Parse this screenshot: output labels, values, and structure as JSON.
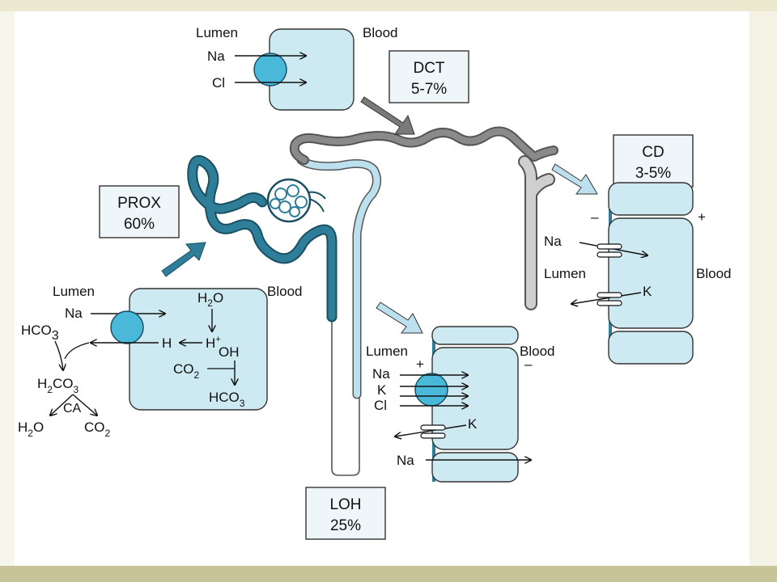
{
  "segments": {
    "dct": {
      "name": "DCT",
      "pct": "5-7%"
    },
    "prox": {
      "name": "PROX",
      "pct": "60%"
    },
    "cd": {
      "name": "CD",
      "pct": "3-5%"
    },
    "loh": {
      "name": "LOH",
      "pct": "25%"
    }
  },
  "cells": {
    "dct": {
      "lumen": "Lumen",
      "blood": "Blood",
      "ions": [
        "Na",
        "Cl"
      ]
    },
    "prox": {
      "lumen": "Lumen",
      "blood": "Blood",
      "na": "Na",
      "hco3": "HCO",
      "hco3_sub": "3",
      "h": "H",
      "h2o_h": "H",
      "h2o_sub": "2",
      "h2o_o": "O",
      "h_plus": "H",
      "plus": "+",
      "oh": "OH",
      "co2": "CO",
      "co2_sub": "2",
      "hco3_out": "HCO",
      "hco3_out_sub": "3",
      "h2co3_h": "H",
      "h2co3_sub": "2",
      "h2co3_rest": "CO",
      "h2co3_sub2": "3",
      "ca": "CA",
      "h2o_l_h": "H",
      "h2o_l_sub": "2",
      "h2o_l_o": "O",
      "co2_l": "CO",
      "co2_l_sub": "2"
    },
    "cd": {
      "lumen": "Lumen",
      "blood": "Blood",
      "na": "Na",
      "k": "K",
      "minus": "–",
      "plus": "+"
    },
    "loh": {
      "lumen": "Lumen",
      "blood": "Blood",
      "plus": "+",
      "minus": "–",
      "ions": [
        "Na",
        "K",
        "Cl"
      ],
      "k_out": "K",
      "na_para": "Na"
    }
  },
  "colors": {
    "cell_fill": "#cdeaf3",
    "pump": "#4ab8d8",
    "tubule_dark": "#2f7e99",
    "tubule_light": "#bde0ee",
    "dct_grey": "#8a8a8a",
    "cd_grey": "#cfcfcf",
    "arrow_grey": "#7a7a7a"
  }
}
